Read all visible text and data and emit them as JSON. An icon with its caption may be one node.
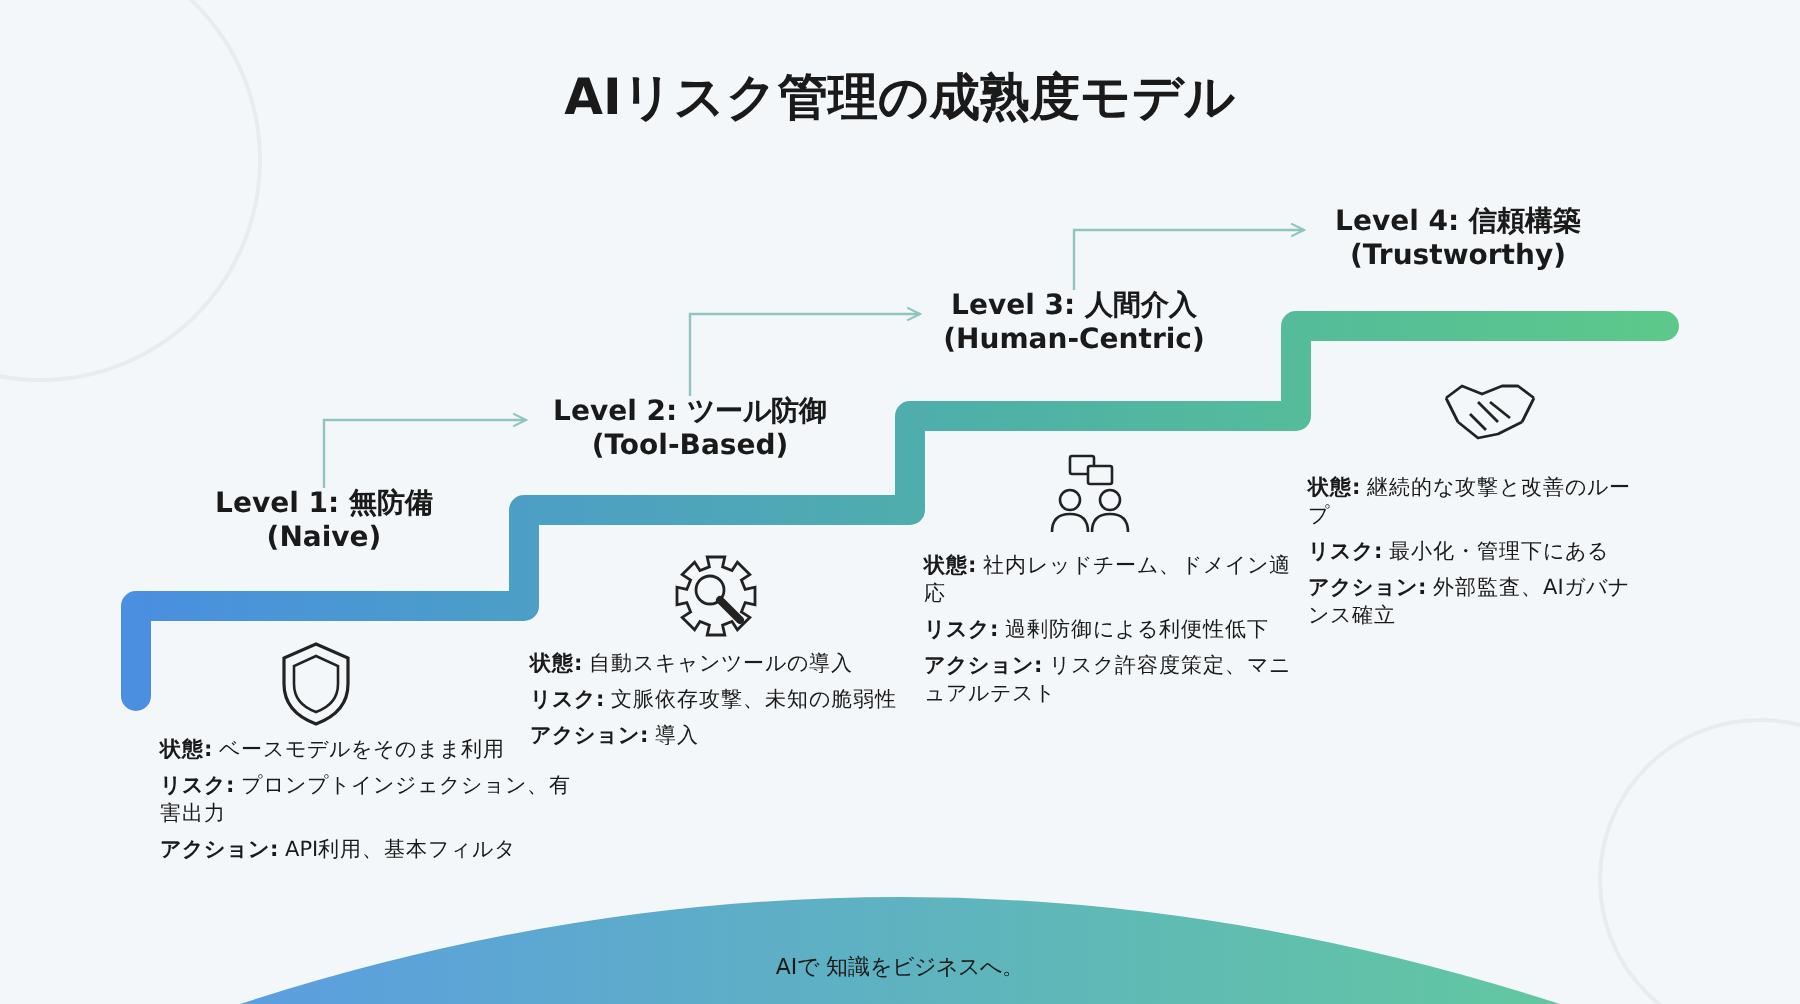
{
  "diagram": {
    "title": "AIリスク管理の成熟度モデル",
    "nodes": [
      {
        "text": [
          "Level 1: 無防備 (Naive)",
          "**状態:** ベースモデルをそのまま利用",
          "**リスク:** プロンプトインジェクション、有害出力",
          "**アクション:** API利用、基本フィルタ"
        ]
      },
      {
        "text": [
          "Level 2: ツール防御 (Tool-Based)",
          "**状態:** 自動スキャンツールの導入",
          "**リスク:** 文脈依存攻撃、未知の脆弱性",
          "**アクション:** 導入"
        ]
      },
      {
        "text": [
          "Level 3: 人間介入 (Human-Centric)",
          "**状態:** 社内レッドチーム、ドメイン適応",
          "**リスク:** 過剰防御による利便性低下",
          "**アクション:** リスク許容度策定、マニュアルテスト"
        ]
      },
      {
        "text": [
          "Level 4: 信頼構築 (Trustworthy)",
          "**状態:** 継続的な攻撃と改善のループ",
          "**リスク:** 最小化・管理下にある",
          "**アクション:** 外部監査、AIガバナンス確立"
        ]
      }
    ],
    "edges": [
      {
        "from": 0,
        "to": 1,
        "arrow": "to"
      },
      {
        "from": 1,
        "to": 2,
        "arrow": "to"
      },
      {
        "from": 2,
        "to": 3,
        "arrow": "to"
      }
    ],
    "labels": [
      "AIで 知識をビジネスへ。"
    ]
  }
}
